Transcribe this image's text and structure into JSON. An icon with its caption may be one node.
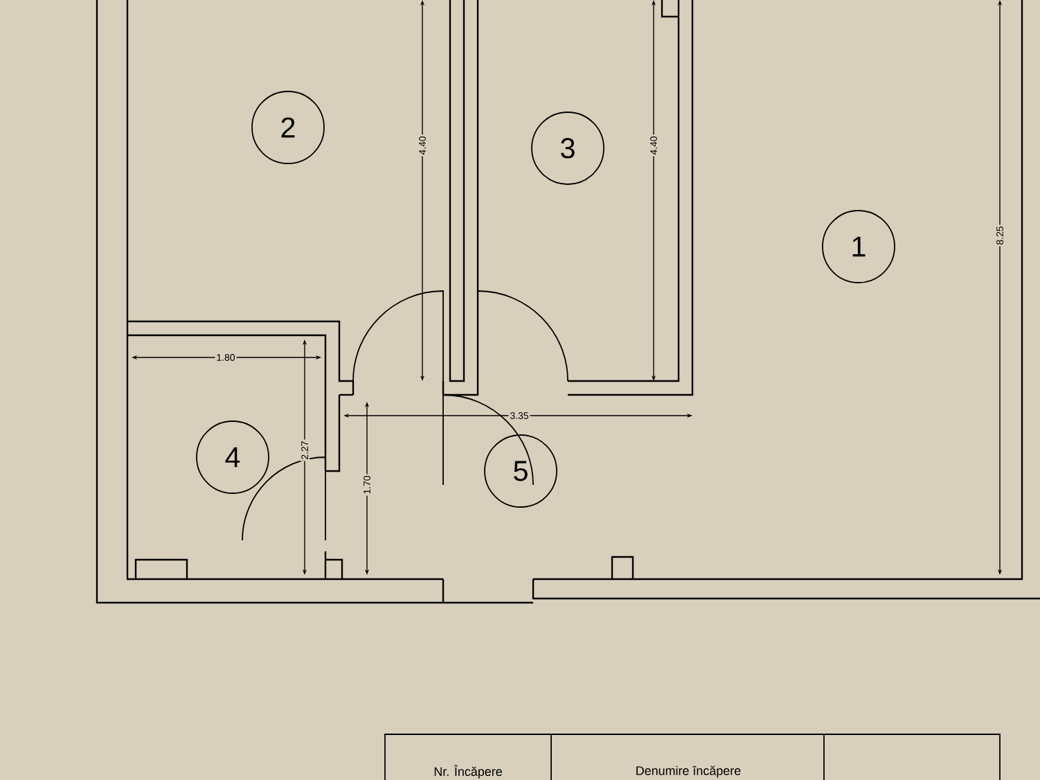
{
  "diagram": {
    "nodes": [
      {
        "text": [
          "2"
        ]
      },
      {
        "text": [
          "3"
        ]
      },
      {
        "text": [
          "1"
        ]
      },
      {
        "text": [
          "4"
        ]
      },
      {
        "text": [
          "5"
        ]
      }
    ],
    "labels": [
      "4.40",
      "4.40",
      "8.25",
      "1.80",
      "3.35",
      "2.27",
      "1.70",
      "Nr. Încăpere",
      "Denumire încăpere"
    ]
  }
}
